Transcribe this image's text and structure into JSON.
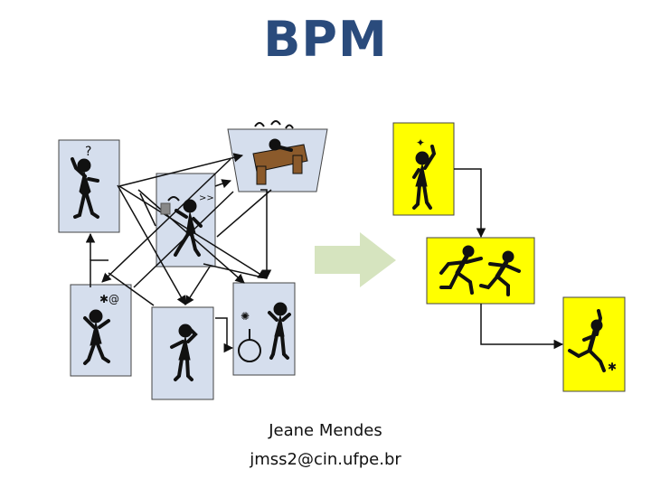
{
  "slide": {
    "title": "BPM",
    "author_name": "Jeane Mendes",
    "author_email": "jmss2@cin.ufpe.br"
  },
  "colors": {
    "title": "#2a4b7c",
    "ad_hoc_box_fill": "#d5deed",
    "process_box_fill": "#ffff00",
    "desk_fill": "#8b5a2b",
    "arrow_fill": "#d6e4bf",
    "line": "#111111"
  },
  "diagram": {
    "left_group": "unstructured team interactions (ad-hoc collaboration)",
    "right_group": "structured business process flow",
    "transition_arrow": "green-right-arrow",
    "icons": [
      "confused-person-icon",
      "phone-person-icon",
      "desk-worker-icon",
      "frustrated-person-icon",
      "thinking-person-icon",
      "bomb-person-icon",
      "idea-person-icon",
      "running-people-icon",
      "celebrating-person-icon"
    ]
  }
}
